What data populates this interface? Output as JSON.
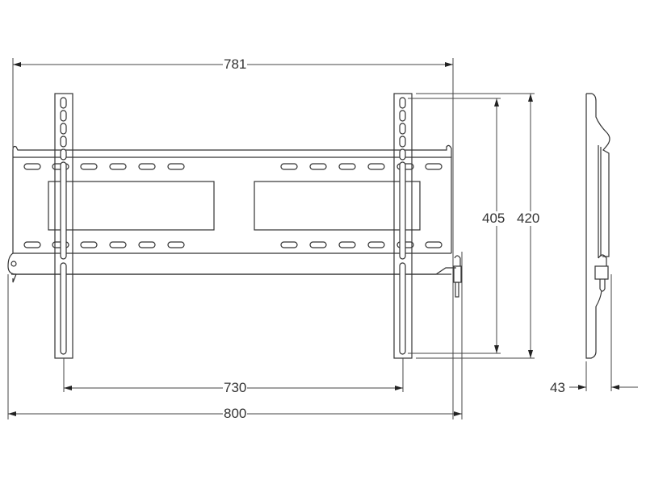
{
  "diagram": {
    "title": "TV wall mount technical drawing",
    "units": "mm",
    "views": [
      "front-view",
      "side-view"
    ],
    "dimensions": {
      "overall_top_width": "781",
      "vertical_hole_spacing": "405",
      "overall_height": "420",
      "arm_spacing": "730",
      "overall_bottom_width": "800",
      "wall_depth": "43"
    },
    "colors": {
      "line": "#333333",
      "background": "#ffffff"
    }
  }
}
